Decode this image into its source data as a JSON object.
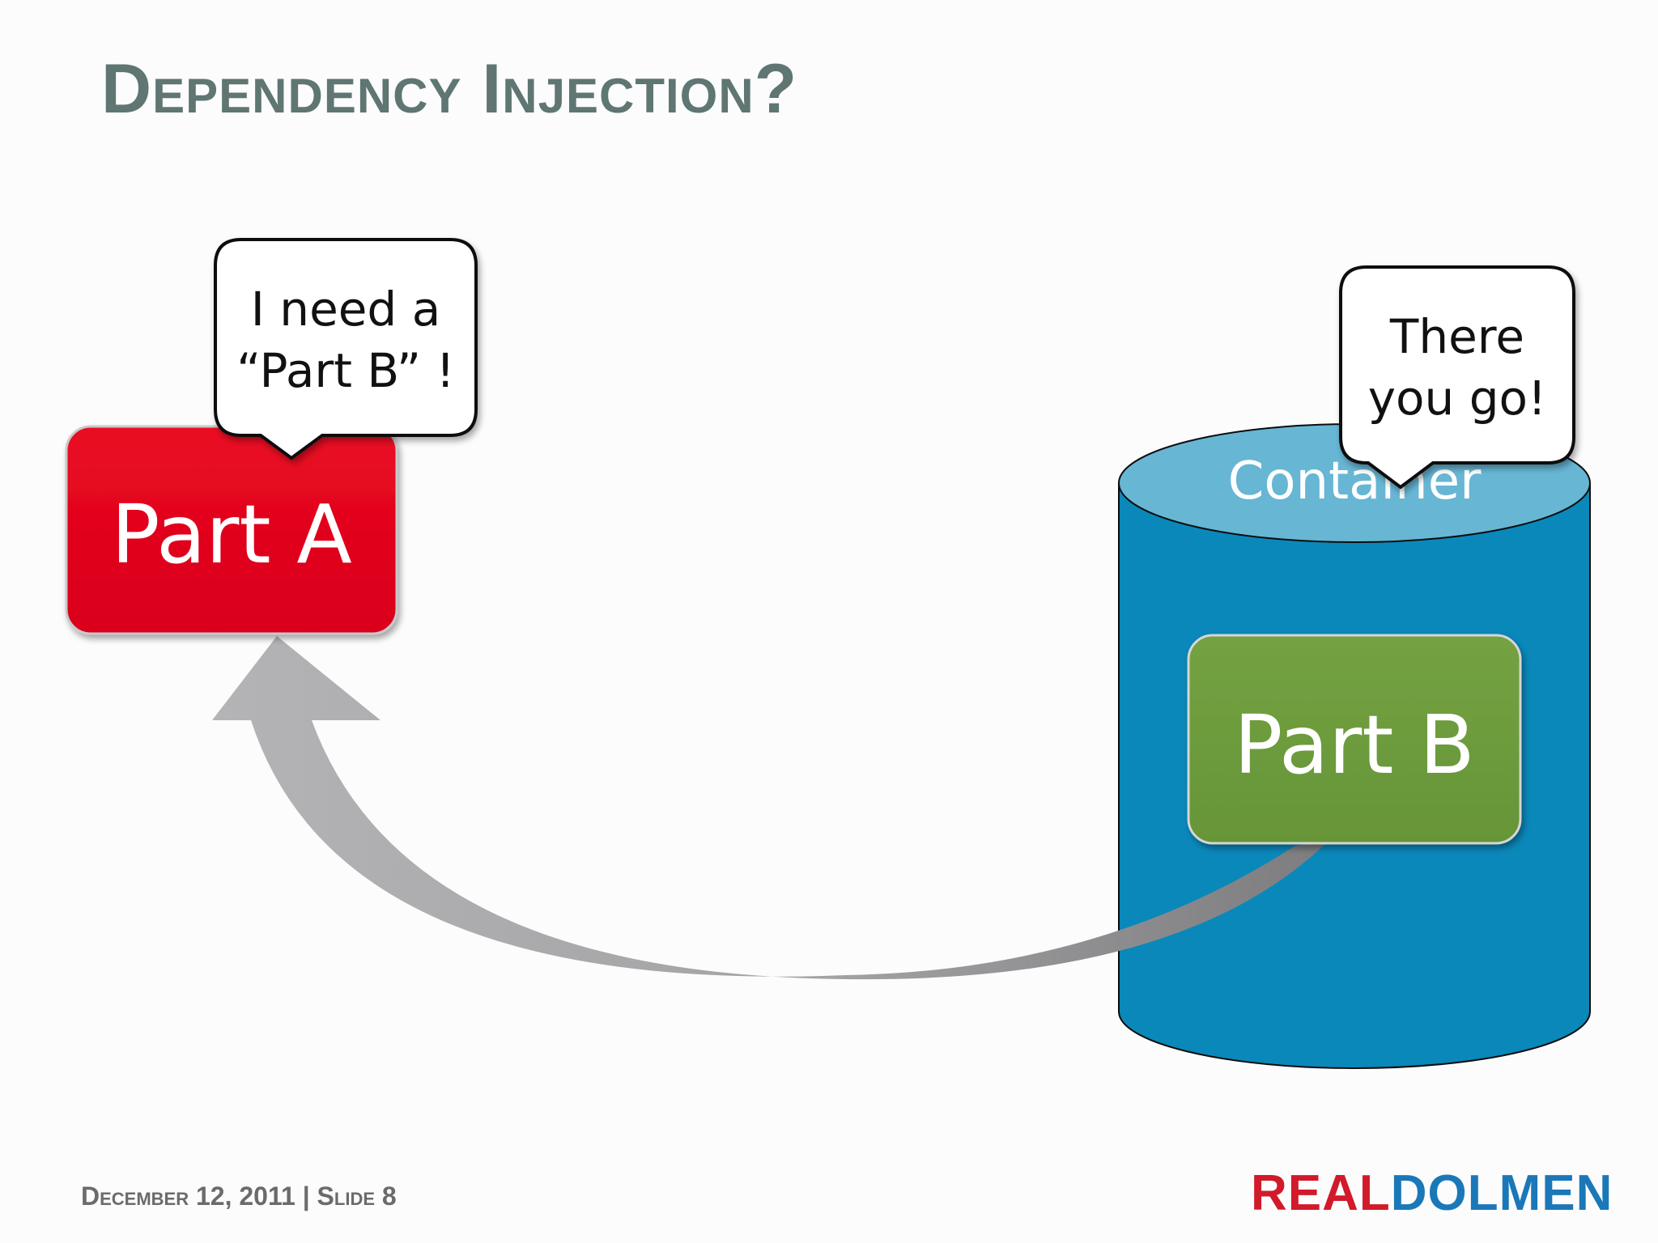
{
  "slide": {
    "title": "Dependency Injection?",
    "footer": {
      "date": "December 12, 2011",
      "separator": "|",
      "slide_label": "Slide 8"
    },
    "logo": {
      "part1": "REAL",
      "part2": "DOLMEN"
    }
  },
  "diagram": {
    "part_a_label": "Part A",
    "part_b_label": "Part B",
    "container_label": "Container",
    "bubble_left": {
      "line1": "I need a",
      "line2": "“Part B” !"
    },
    "bubble_right": {
      "line1": "There",
      "line2": "you go!"
    }
  },
  "colors": {
    "title": "#5f7672",
    "part_a": "#e10019",
    "part_b": "#6e9c3d",
    "container_body": "#0a88ba",
    "container_top": "#67b6d4",
    "arrow": "#9a9a9c",
    "logo_real": "#d11a2a",
    "logo_dolmen": "#1b78b8"
  }
}
